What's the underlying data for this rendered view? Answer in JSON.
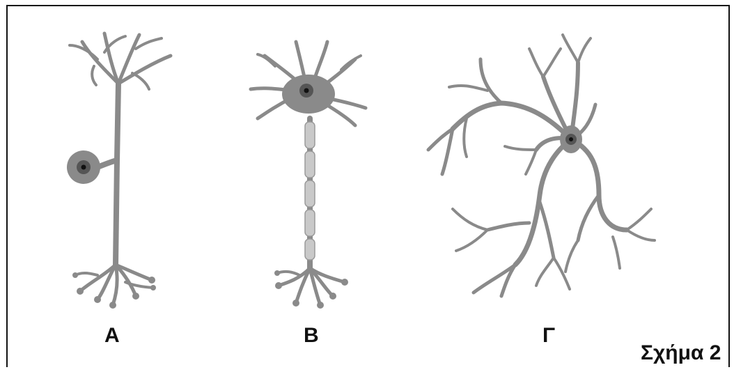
{
  "neurons": [
    {
      "id": "A",
      "label": "Α"
    },
    {
      "id": "B",
      "label": "Β"
    },
    {
      "id": "G",
      "label": "Γ"
    }
  ],
  "caption": "Σχήμα 2",
  "colors": {
    "neuron": "#8a8a8a",
    "nucleus": "#555555",
    "nucleolus": "#111111",
    "myelin": "#c9c9c9"
  }
}
